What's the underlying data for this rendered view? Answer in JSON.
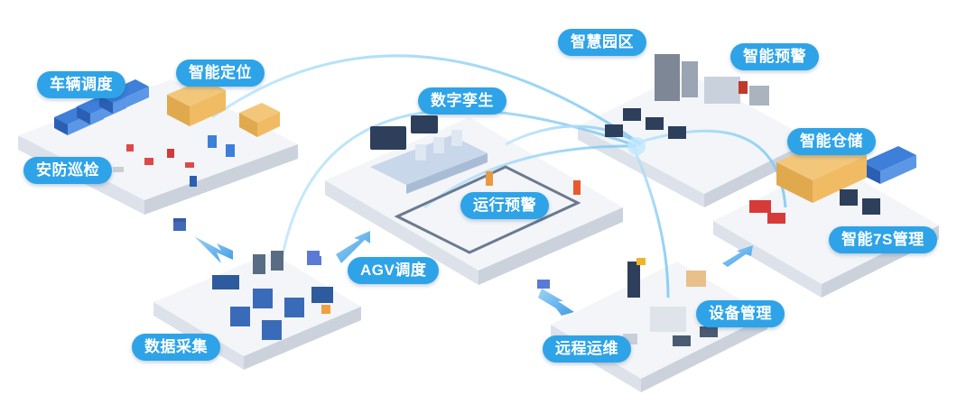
{
  "labels": {
    "vehicle_dispatch": "车辆调度",
    "smart_positioning": "智能定位",
    "security_patrol": "安防巡检",
    "digital_twin": "数字孪生",
    "smart_park": "智慧园区",
    "smart_warning": "智能预警",
    "smart_storage": "智能仓储",
    "operation_warning": "运行预警",
    "smart_7s": "智能7S管理",
    "agv_dispatch": "AGV调度",
    "data_collection": "数据采集",
    "equipment_management": "设备管理",
    "remote_maintenance": "远程运维"
  },
  "colors": {
    "label_bg": "#2ea3e8",
    "platform_top": "#f3f5f8",
    "platform_side": "#d7dde6",
    "arc": "#8fd0f5",
    "arrow": "#5aa9e6"
  }
}
